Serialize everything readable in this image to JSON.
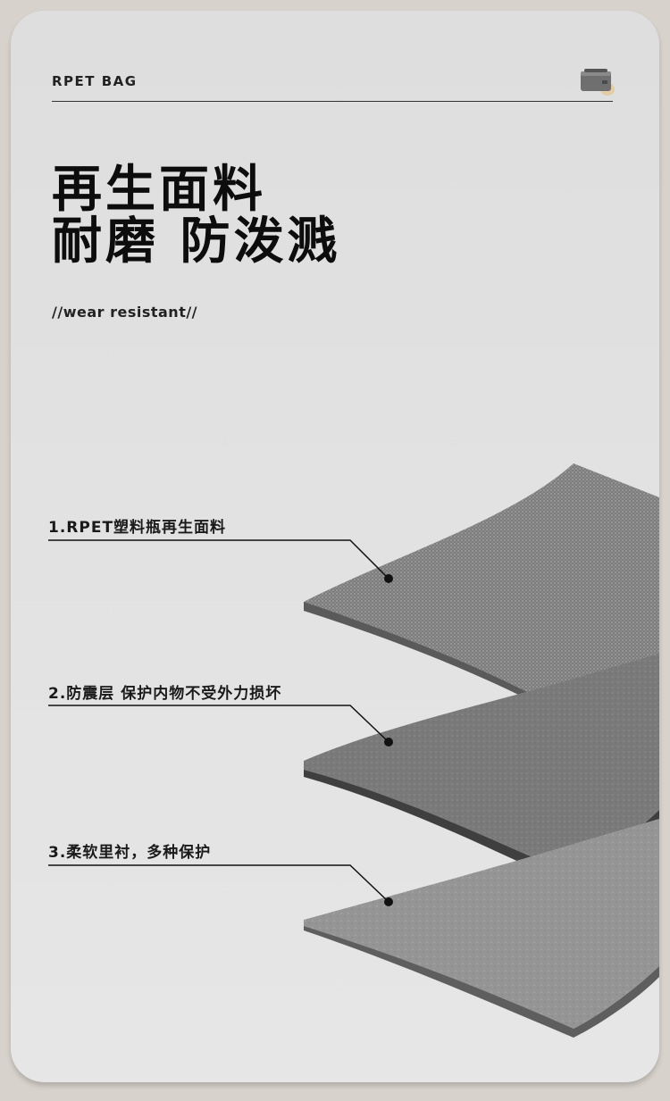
{
  "header": {
    "brand": "RPET BAG",
    "icon": "bag-icon"
  },
  "headline": {
    "line1": "再生面料",
    "line2": "耐磨 防泼溅"
  },
  "subline": "//wear resistant//",
  "layers": [
    {
      "label": "1.RPET塑料瓶再生面料",
      "texture": "woven-fabric"
    },
    {
      "label": "2.防震层 保护内物不受外力损坏",
      "texture": "foam"
    },
    {
      "label": "3.柔软里衬，多种保护",
      "texture": "felt-lining"
    }
  ],
  "colors": {
    "background": "#d8d2cc",
    "card": "#e0e0e0",
    "text": "#111111"
  }
}
